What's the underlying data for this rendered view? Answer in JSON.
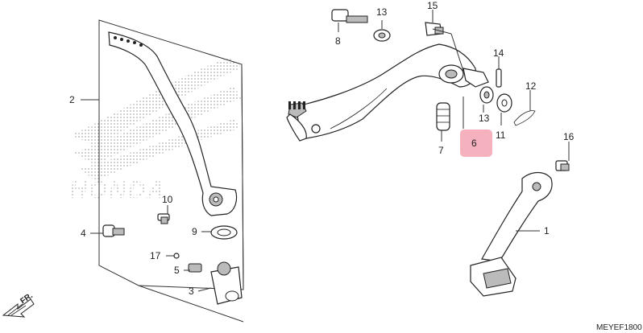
{
  "diagram": {
    "watermark_text": "HONDA",
    "direction_marker": "FR.",
    "diagram_code": "MEYEF1800",
    "callouts": [
      {
        "id": "c1",
        "label": "1"
      },
      {
        "id": "c2",
        "label": "2"
      },
      {
        "id": "c3",
        "label": "3"
      },
      {
        "id": "c4",
        "label": "4"
      },
      {
        "id": "c5",
        "label": "5"
      },
      {
        "id": "c6",
        "label": "6",
        "highlighted": true
      },
      {
        "id": "c7",
        "label": "7"
      },
      {
        "id": "c8",
        "label": "8"
      },
      {
        "id": "c9",
        "label": "9"
      },
      {
        "id": "c10",
        "label": "10"
      },
      {
        "id": "c11",
        "label": "11"
      },
      {
        "id": "c12",
        "label": "12"
      },
      {
        "id": "c13a",
        "label": "13"
      },
      {
        "id": "c13b",
        "label": "13"
      },
      {
        "id": "c14",
        "label": "14"
      },
      {
        "id": "c15",
        "label": "15"
      },
      {
        "id": "c16",
        "label": "16"
      },
      {
        "id": "c17",
        "label": "17"
      }
    ],
    "highlight_color": "#f4a3b4",
    "line_color": "#222222"
  }
}
